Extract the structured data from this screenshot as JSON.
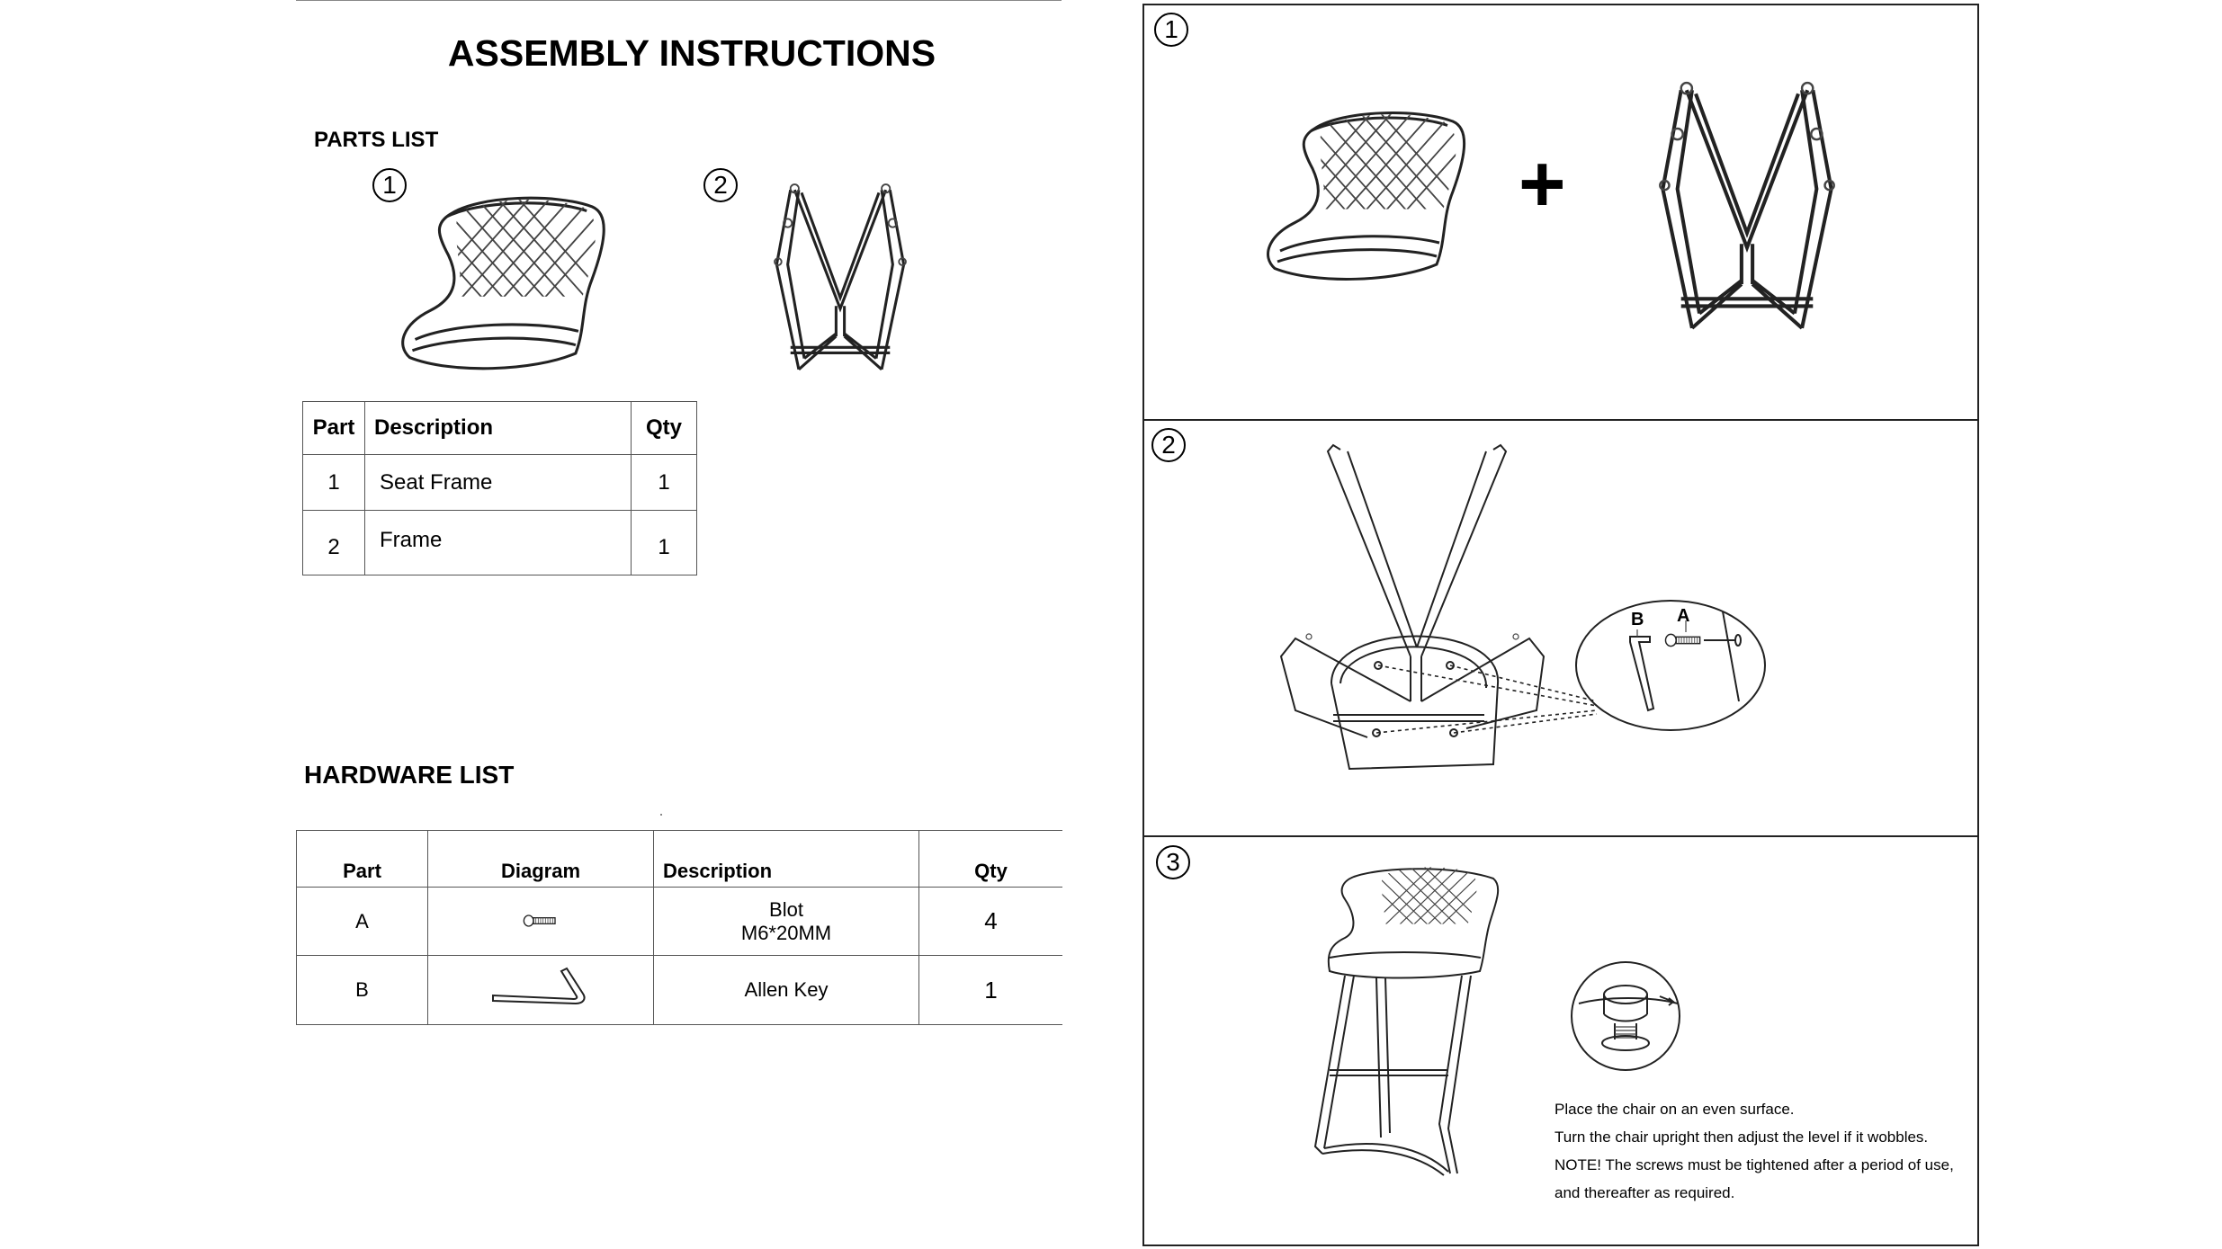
{
  "title": "ASSEMBLY INSTRUCTIONS",
  "parts_list": {
    "heading": "PARTS LIST",
    "figures": [
      {
        "number": "1"
      },
      {
        "number": "2"
      }
    ],
    "headers": [
      "Part",
      "Description",
      "Qty"
    ],
    "rows": [
      {
        "part": "1",
        "description": "Seat Frame",
        "qty": "1"
      },
      {
        "part": "2",
        "description": "Frame",
        "qty": "1"
      }
    ]
  },
  "hardware_list": {
    "heading": "HARDWARE LIST",
    "headers": [
      "Part",
      "Diagram",
      "Description",
      "Qty"
    ],
    "rows": [
      {
        "part": "A",
        "diagram_icon": "bolt-icon",
        "description_line1": "Blot",
        "description_line2": "M6*20MM",
        "qty": "4"
      },
      {
        "part": "B",
        "diagram_icon": "allen-key-icon",
        "description_line1": "Allen Key",
        "qty": "1"
      }
    ]
  },
  "steps": [
    {
      "number": "1",
      "plus": "+"
    },
    {
      "number": "2",
      "callout_labels": [
        "B",
        "A"
      ]
    },
    {
      "number": "3",
      "notes": [
        "Place the chair on an even surface.",
        "Turn the chair upright then adjust the level if it wobbles.",
        "NOTE! The screws must be tightened after a period of use,",
        "and thereafter as required."
      ]
    }
  ]
}
